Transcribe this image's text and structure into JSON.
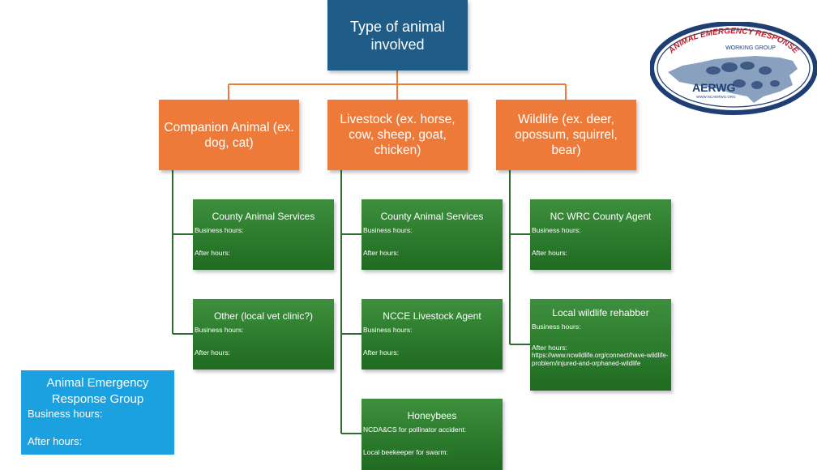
{
  "root": {
    "title": "Type of animal involved"
  },
  "categories": [
    {
      "label": "Companion Animal (ex. dog, cat)"
    },
    {
      "label": "Livestock (ex. horse, cow, sheep, goat, chicken)"
    },
    {
      "label": "Wildlife (ex. deer, opossum, squirrel, bear)"
    }
  ],
  "companion": [
    {
      "title": "County Animal Services",
      "line1": "Business hours:",
      "line2": "After hours:"
    },
    {
      "title": "Other (local vet clinic?)",
      "line1": "Business hours:",
      "line2": "After hours:"
    }
  ],
  "livestock": [
    {
      "title": "County Animal Services",
      "line1": "Business hours:",
      "line2": "After hours:"
    },
    {
      "title": "NCCE Livestock Agent",
      "line1": "Business hours:",
      "line2": "After hours:"
    },
    {
      "title": "Honeybees",
      "line1": "NCDA&CS for pollinator accident:",
      "line2": "Local beekeeper for swarm:"
    }
  ],
  "wildlife": [
    {
      "title": "NC WRC County Agent",
      "line1": "Business hours:",
      "line2": "After hours:"
    },
    {
      "title": "Local wildlife rehabber",
      "line1": "Business hours:",
      "line2": "After hours:",
      "url": "https://www.ncwildlife.org/connect/have-wildlife-problem/injured-and-orphaned-wildlife"
    }
  ],
  "aerg": {
    "title": "Animal Emergency Response Group",
    "line1": "Business hours:",
    "line2": "After hours:"
  },
  "logo": {
    "arc_text": "ANIMAL EMERGENCY RESPONSE",
    "sub": "WORKING GROUP",
    "abbr": "AERWG",
    "site": "WWW.NCAERWG.ORG"
  },
  "colors": {
    "root": "#1f5c88",
    "category": "#ee7a3a",
    "leaf": "#2e7d32",
    "aerg": "#1ba1df",
    "connector": "#ee7a3a",
    "leaf_connector": "#2e6b2e",
    "logo_border": "#1e3e74",
    "logo_red": "#c0202a"
  }
}
